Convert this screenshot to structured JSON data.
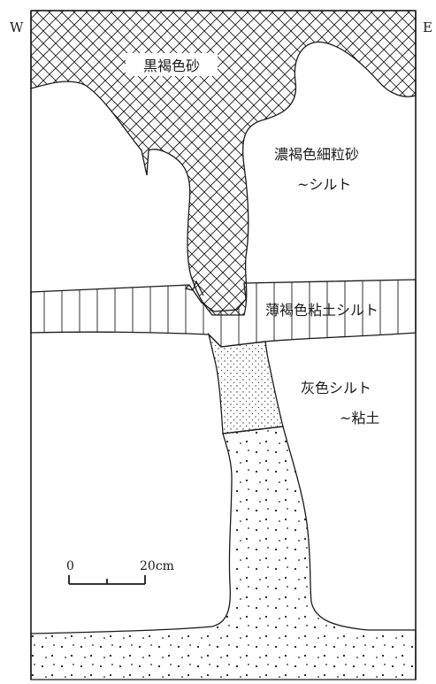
{
  "orientation": {
    "west": "W",
    "east": "E"
  },
  "layers": [
    {
      "id": "dark-brown-sand",
      "label": "黒褐色砂",
      "pattern": "crosshatch"
    },
    {
      "id": "dark-brown-fine-sand",
      "label_line1": "濃褐色細粒砂",
      "label_line2": "~シルト",
      "pattern": "none"
    },
    {
      "id": "light-brown-clay-silt",
      "label": "薄褐色粘土シルト",
      "pattern": "vertical-lines"
    },
    {
      "id": "gray-silt-clay",
      "label_line1": "灰色シルト",
      "label_line2": "~粘土",
      "pattern": "none"
    },
    {
      "id": "dotted-fill",
      "pattern": "dots"
    }
  ],
  "scale_bar": {
    "start_label": "0",
    "end_label": "20cm"
  },
  "colors": {
    "line": "#1a1a1a",
    "background": "#ffffff"
  }
}
